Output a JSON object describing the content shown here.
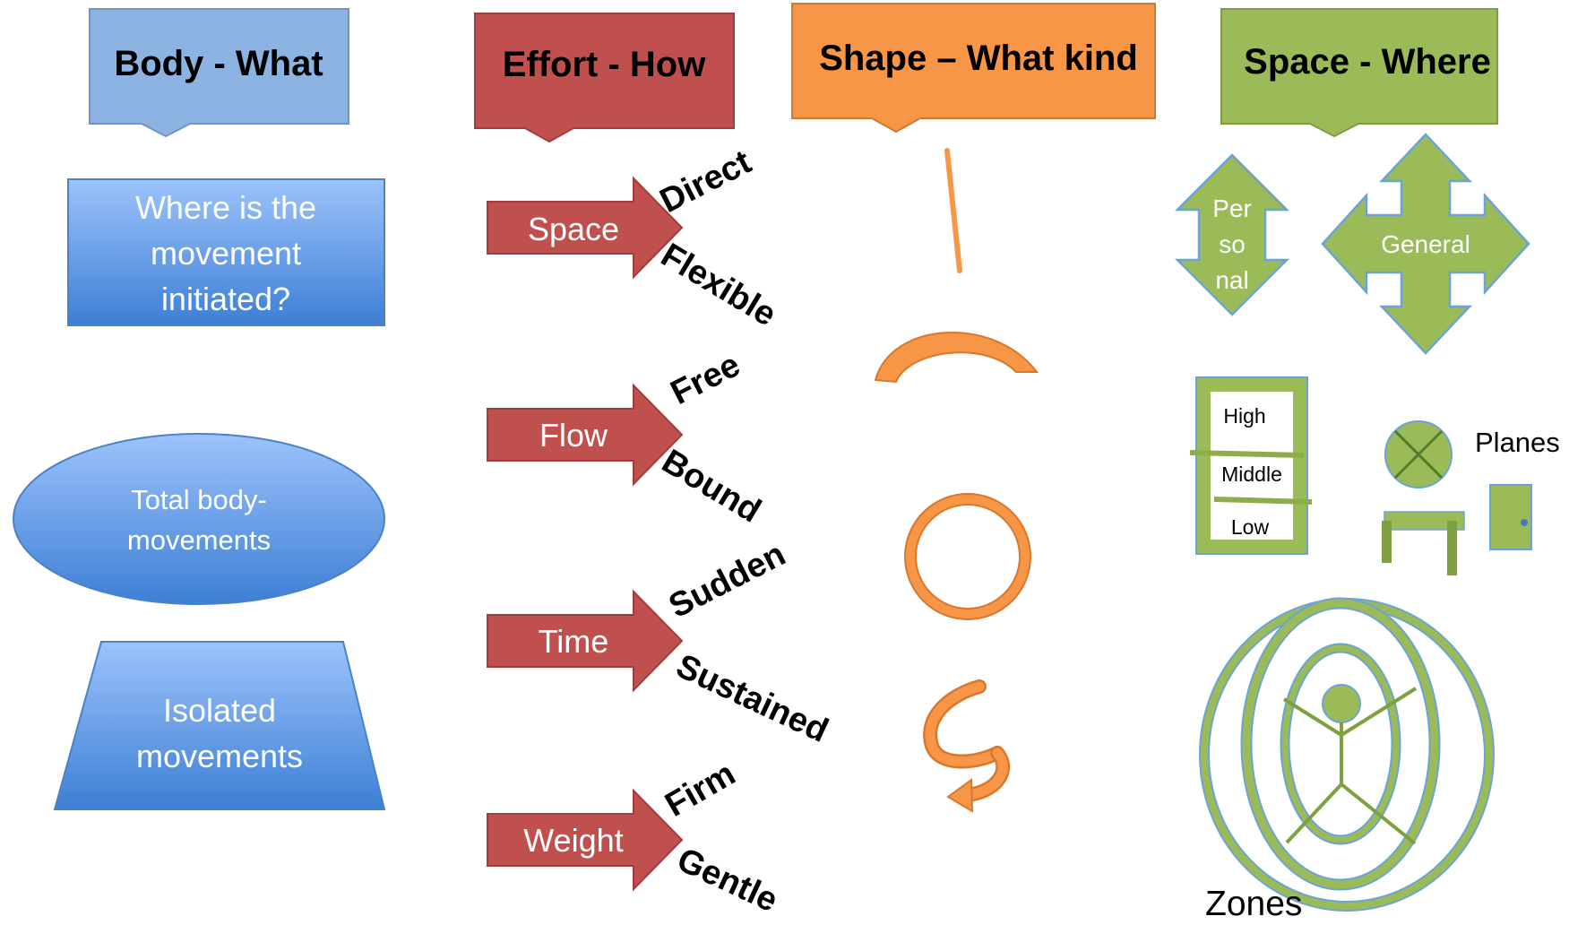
{
  "colors": {
    "body_header": "#8db3e2",
    "effort_header": "#c0504d",
    "shape_header": "#f79646",
    "space_header": "#9bbb59",
    "blue_light": "#95bdfa",
    "blue_dark": "#3c7fd6",
    "red_arrow": "#c0504d",
    "orange": "#f79646",
    "green": "#9bbb59"
  },
  "headers": {
    "body": "Body - What",
    "effort": "Effort - How",
    "shape": "Shape – What kind",
    "space": "Space - Where"
  },
  "body_column": {
    "initiated": [
      "Where is the",
      "movement",
      "initiated?"
    ],
    "total": [
      "Total body-",
      "movements"
    ],
    "isolated": [
      "Isolated",
      "movements"
    ]
  },
  "effort_column": [
    {
      "label": "Space",
      "upper": "Direct",
      "lower": "Flexible"
    },
    {
      "label": "Flow",
      "upper": "Free",
      "lower": "Bound"
    },
    {
      "label": "Time",
      "upper": "Sudden",
      "lower": "Sustained"
    },
    {
      "label": "Weight",
      "upper": "Firm",
      "lower": "Gentle"
    }
  ],
  "shape_column": {
    "icons": [
      "straight-line-icon",
      "arc-icon",
      "circle-icon",
      "spiral-arrow-icon"
    ]
  },
  "space_column": {
    "personal": [
      "Per",
      "so",
      "nal"
    ],
    "general": "General",
    "levels": [
      "High",
      "Middle",
      "Low"
    ],
    "planes": "Planes",
    "zones": "Zones",
    "icons": [
      "four-way-arrow-icon",
      "plane-circle-icon",
      "table-icon",
      "door-icon",
      "stick-figure-icon"
    ]
  }
}
